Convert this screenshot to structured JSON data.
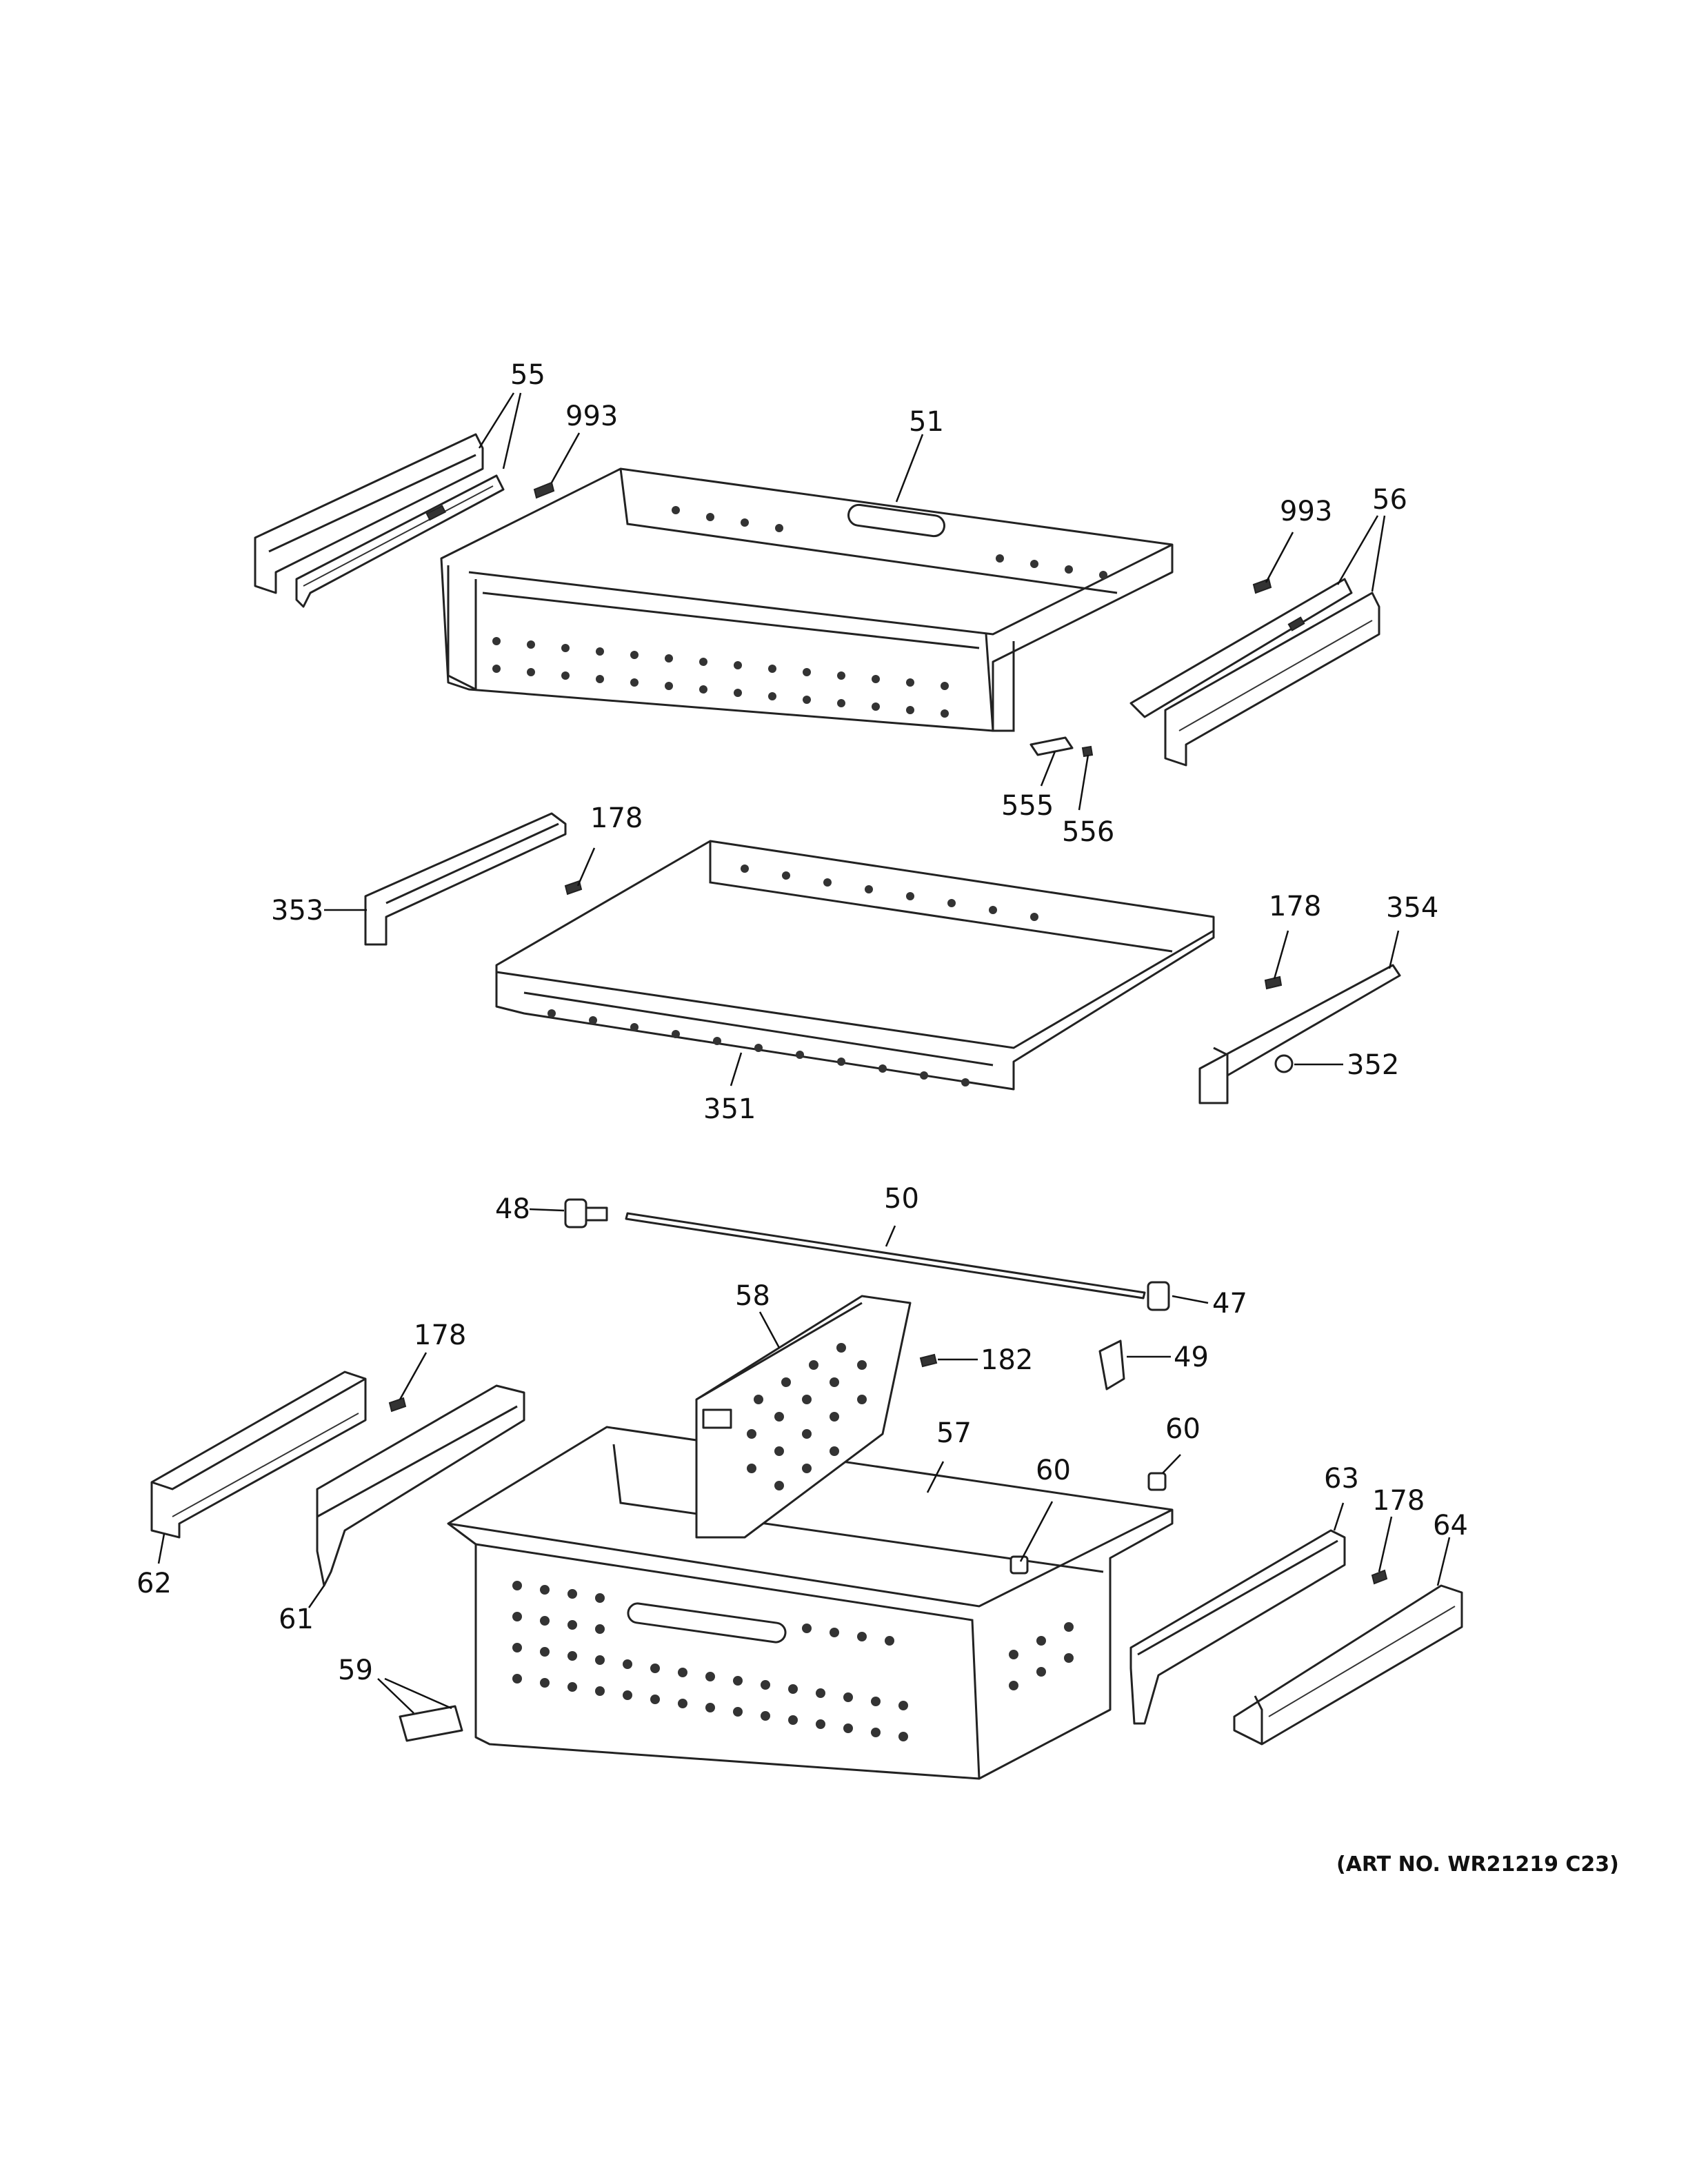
{
  "diagram": {
    "art_number": "(ART NO. WR21219 C23)",
    "callouts": {
      "c55": "55",
      "c993a": "993",
      "c51": "51",
      "c993b": "993",
      "c56": "56",
      "c555": "555",
      "c556": "556",
      "c178a": "178",
      "c353": "353",
      "c178b": "178",
      "c354": "354",
      "c352": "352",
      "c351": "351",
      "c48": "48",
      "c50": "50",
      "c47": "47",
      "c58": "58",
      "c182": "182",
      "c49": "49",
      "c178c": "178",
      "c60a": "60",
      "c57": "57",
      "c60b": "60",
      "c63": "63",
      "c178d": "178",
      "c64": "64",
      "c62": "62",
      "c61": "61",
      "c59": "59"
    }
  }
}
